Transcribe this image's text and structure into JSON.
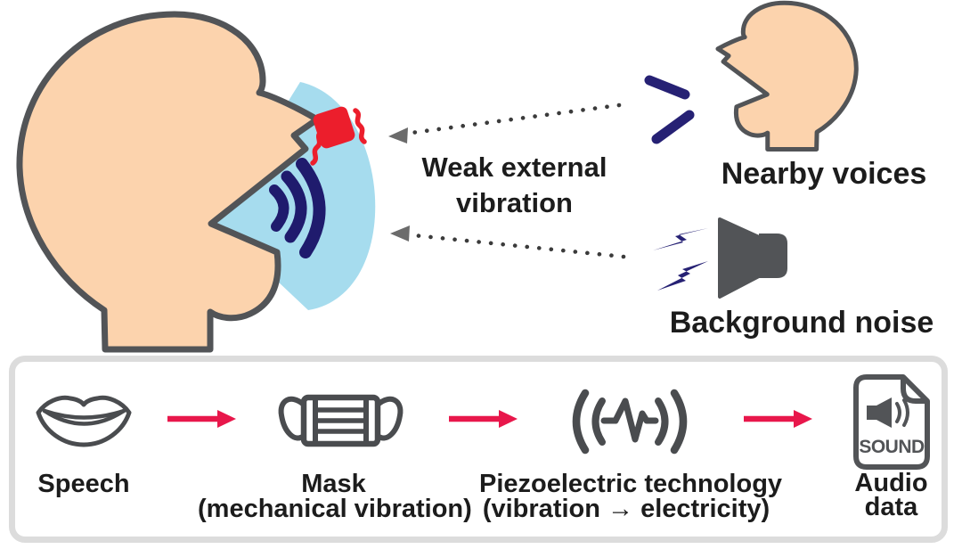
{
  "labels": {
    "weak_line1": "Weak external",
    "weak_line2": "vibration",
    "nearby": "Nearby voices",
    "background": "Background noise"
  },
  "flow": {
    "speech": {
      "label": "Speech"
    },
    "mask": {
      "label": "Mask",
      "sublabel": "(mechanical vibration)"
    },
    "piezo": {
      "label": "Piezoelectric technology",
      "sublabel": "(vibration → electricity)"
    },
    "audio": {
      "label_line1": "Audio",
      "label_line2": "data",
      "file_text": "SOUND"
    }
  },
  "icons": {
    "masked_head": "head-with-mask-and-piezo-sensor-icon",
    "speaking_head": "speaking-head-icon",
    "speaker": "loudspeaker-noise-icon",
    "lips": "lips-icon",
    "mask": "surgical-mask-icon",
    "piezo": "vibration-waveform-icon",
    "audio_file": "sound-file-icon",
    "dotted_arrow": "dotted-arrow-left-icon",
    "flow_arrow": "red-arrow-right-icon"
  },
  "colors": {
    "skin": "#fcd3ad",
    "outline_gray": "#525457",
    "mask_blue": "#a6dcee",
    "navy": "#1f1b6d",
    "speech_navy": "#262174",
    "sensor_red": "#ec1e2c",
    "arrow_red": "#e8174b",
    "dot_gray": "#3b3b3b",
    "arrowhead_gray": "#6b6b6b",
    "panel_border": "#dcdcdc",
    "text": "#1c1c1c"
  }
}
